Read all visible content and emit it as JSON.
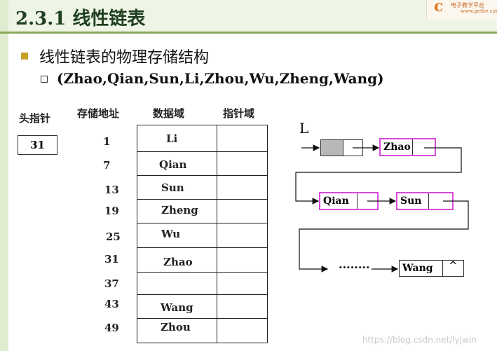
{
  "slide": {
    "title": "2.3.1 线性链表",
    "heading": "线性链表的物理存储结构",
    "tuple": "(Zhao,Qian,Sun,Li,Zhou,Wu,Zheng,Wang)"
  },
  "logo": {
    "brand": "c",
    "text": "电子教学平台",
    "url": "www.gethe.com"
  },
  "table": {
    "col_head_pointer": "头指针",
    "col_address": "存储地址",
    "col_data": "数据域",
    "col_pointer": "指针域",
    "head_value": "31",
    "rows": [
      {
        "addr": "1",
        "data": "Li"
      },
      {
        "addr": "7",
        "data": "Qian"
      },
      {
        "addr": "13",
        "data": "Sun"
      },
      {
        "addr": "19",
        "data": "Zheng"
      },
      {
        "addr": "25",
        "data": "Wu"
      },
      {
        "addr": "31",
        "data": "Zhao"
      },
      {
        "addr": "37",
        "data": ""
      },
      {
        "addr": "43",
        "data": "Wang"
      },
      {
        "addr": "49",
        "data": "Zhou"
      }
    ]
  },
  "diagram": {
    "label": "L",
    "nodes": [
      "Zhao",
      "Qian",
      "Sun",
      "Wang"
    ],
    "ellipsis": "........",
    "null_mark": "^"
  },
  "watermark": "https://blog.csdn.net/lyjwin"
}
